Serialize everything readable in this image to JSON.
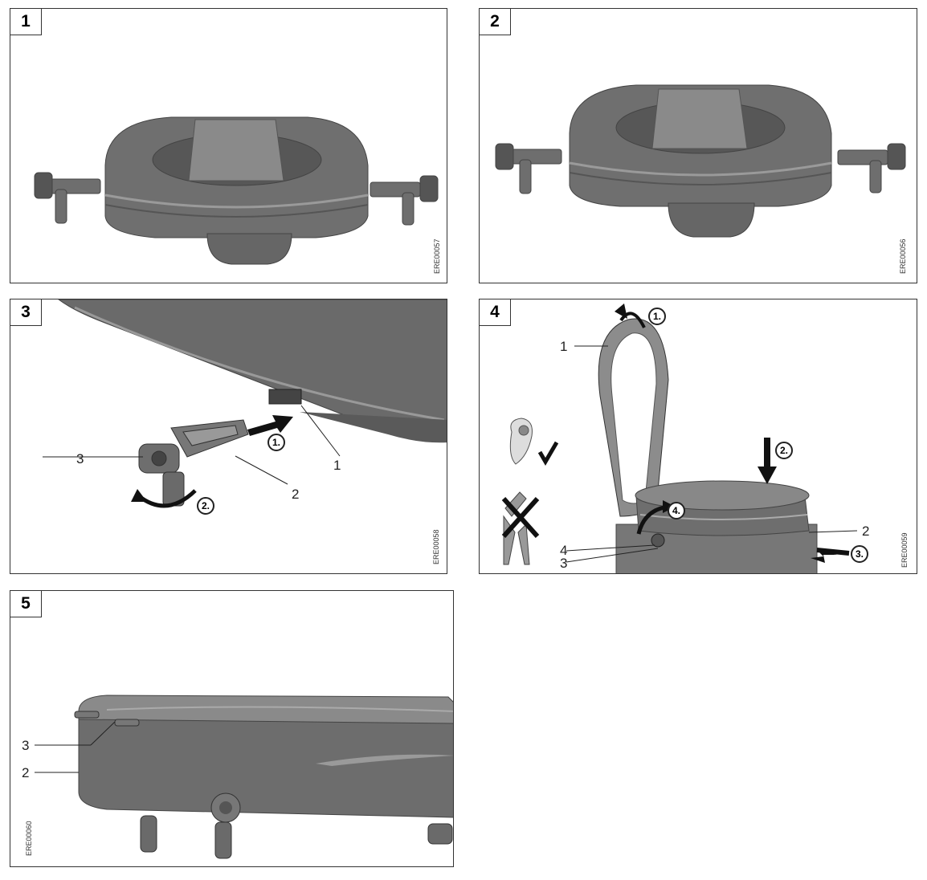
{
  "panels": [
    {
      "number": "1",
      "code": "ERE00057",
      "callouts": [],
      "steps": []
    },
    {
      "number": "2",
      "code": "ERE00056",
      "callouts": [],
      "steps": []
    },
    {
      "number": "3",
      "code": "ERE00058",
      "callouts": [
        "1",
        "2",
        "3"
      ],
      "steps": [
        "1.",
        "2."
      ]
    },
    {
      "number": "4",
      "code": "ERE00059",
      "callouts": [
        "1",
        "2",
        "3",
        "4"
      ],
      "steps": [
        "1.",
        "2.",
        "3.",
        "4."
      ]
    },
    {
      "number": "5",
      "code": "ERE00060",
      "callouts": [
        "3",
        "2"
      ],
      "steps": []
    }
  ],
  "colors": {
    "seat": "#7a7a7a",
    "seat_dark": "#555555",
    "seat_light": "#9a9a9a",
    "border": "#333333"
  }
}
